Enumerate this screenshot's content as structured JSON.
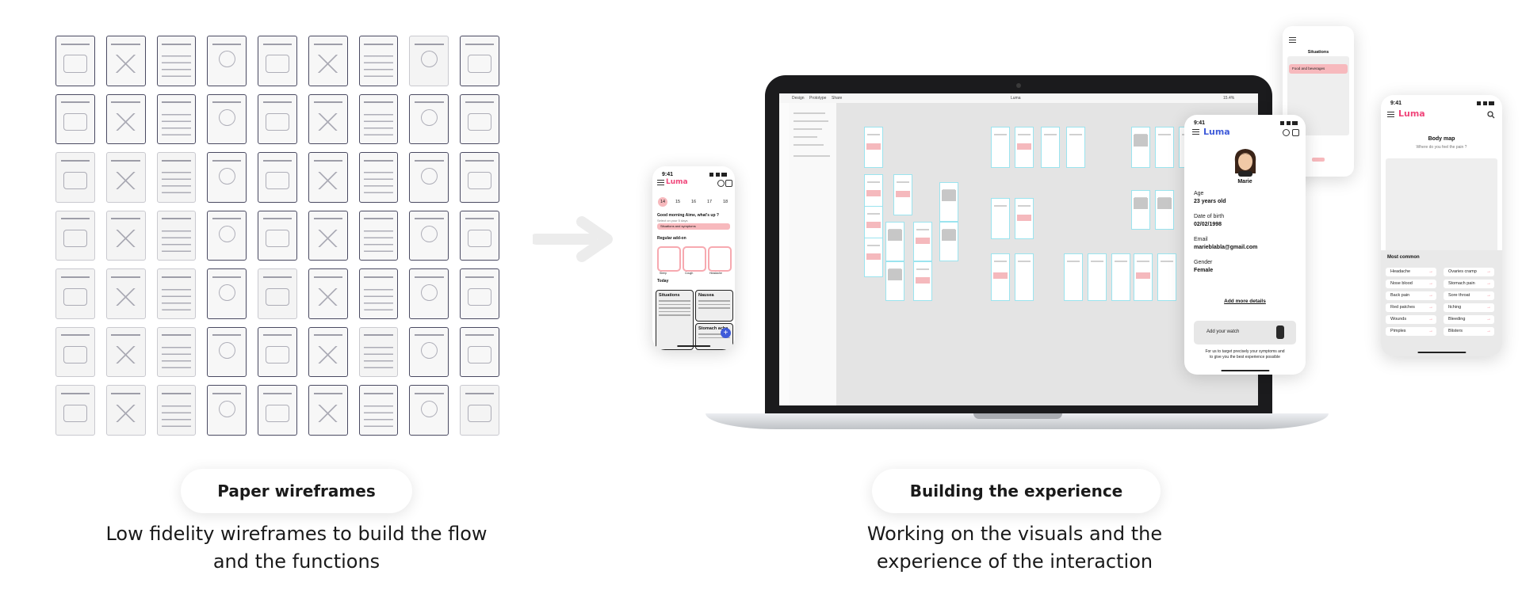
{
  "captions": {
    "left_title": "Paper wireframes",
    "left_description_line1": "Low fidelity wireframes to build the flow",
    "left_description_line2": "and the functions",
    "right_title": "Building the experience",
    "right_description_line1": "Working on the visuals and the",
    "right_description_line2": "experience of the interaction"
  },
  "colors": {
    "brand_pink": "#f0457a",
    "accent_pink": "#f7b9bd",
    "profile_logo_blue": "#3f5bd9",
    "canvas_cyan": "#9be4ef"
  },
  "design_tool": {
    "tabs": [
      "Design",
      "Prototype",
      "Share"
    ],
    "document_name": "Luma",
    "zoom": "15.4%"
  },
  "phone_home": {
    "time": "9:41",
    "brand": "Luma",
    "days": [
      "14",
      "15",
      "16",
      "17",
      "18"
    ],
    "greeting": "Good morning Aime, what's up ?",
    "subtitle": "Select on your 5 days",
    "pink_bar": "Situations and symptoms",
    "regular_addon": "Regular add-on",
    "addon_labels": [
      "Sleep",
      "Cough",
      "Headache"
    ],
    "today": "Today",
    "cards": [
      "Situations",
      "Nausea",
      "Stomach ache"
    ],
    "fab": "+"
  },
  "phone_profile": {
    "time": "9:41",
    "brand": "Luma",
    "name": "Marie",
    "fields": [
      {
        "label": "Age",
        "value": "23 years old"
      },
      {
        "label": "Date of birth",
        "value": "02/02/1998"
      },
      {
        "label": "Email",
        "value": "marieblabla@gmail.com"
      },
      {
        "label": "Gender",
        "value": "Female"
      }
    ],
    "link": "Add more details",
    "watch_button": "Add your watch",
    "footer_line1": "For us to target precisely your symptoms and",
    "footer_line2": "to give you the best experience possible"
  },
  "phone_situations": {
    "title": "Situations",
    "pink_bar": "Food and beverages"
  },
  "phone_bodymap": {
    "time": "9:41",
    "brand": "Luma",
    "title": "Body map",
    "subtitle": "Where do you feel the pain ?",
    "section": "Most common",
    "symptoms": [
      "Headache",
      "Ovaries cramp",
      "Nose blood",
      "Stomach pain",
      "Back pain",
      "Sore throat",
      "Red patches",
      "Itching",
      "Wounds",
      "Bleeding",
      "Pimples",
      "Blisters"
    ]
  }
}
